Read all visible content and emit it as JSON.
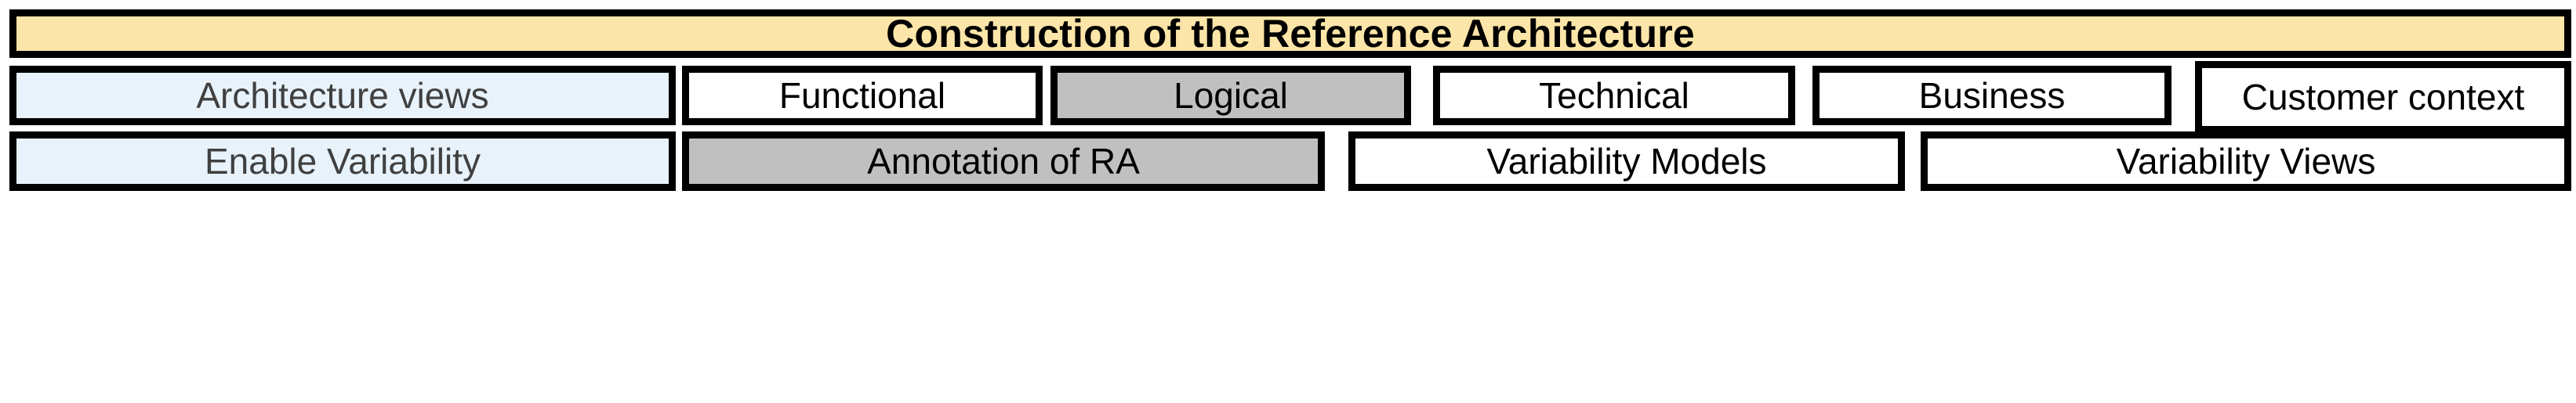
{
  "header": {
    "title": "Construction of the Reference Architecture",
    "fill_color": "#fce5a8"
  },
  "rows": [
    {
      "label": "Architecture views",
      "label_fill_color": "#e8f2fa",
      "items": [
        {
          "label": "Functional",
          "highlighted": false,
          "fill_color": "#ffffff"
        },
        {
          "label": "Logical",
          "highlighted": true,
          "fill_color": "#c0c0c0"
        },
        {
          "label": "Technical",
          "highlighted": false,
          "fill_color": "#ffffff"
        },
        {
          "label": "Business",
          "highlighted": false,
          "fill_color": "#ffffff"
        },
        {
          "label": "Customer context",
          "highlighted": false,
          "fill_color": "#ffffff"
        }
      ]
    },
    {
      "label": "Enable Variability",
      "label_fill_color": "#e8f2fa",
      "items": [
        {
          "label": "Annotation of RA",
          "highlighted": true,
          "fill_color": "#c0c0c0"
        },
        {
          "label": "Variability Models",
          "highlighted": false,
          "fill_color": "#ffffff"
        },
        {
          "label": "Variability Views",
          "highlighted": false,
          "fill_color": "#ffffff"
        }
      ]
    }
  ],
  "colors": {
    "border": "#000000",
    "header_fill": "#fce5a8",
    "row_label_fill": "#e8f2fa",
    "highlight_fill": "#c0c0c0",
    "plain_fill": "#ffffff",
    "label_text": "#404040",
    "item_text": "#000000"
  }
}
